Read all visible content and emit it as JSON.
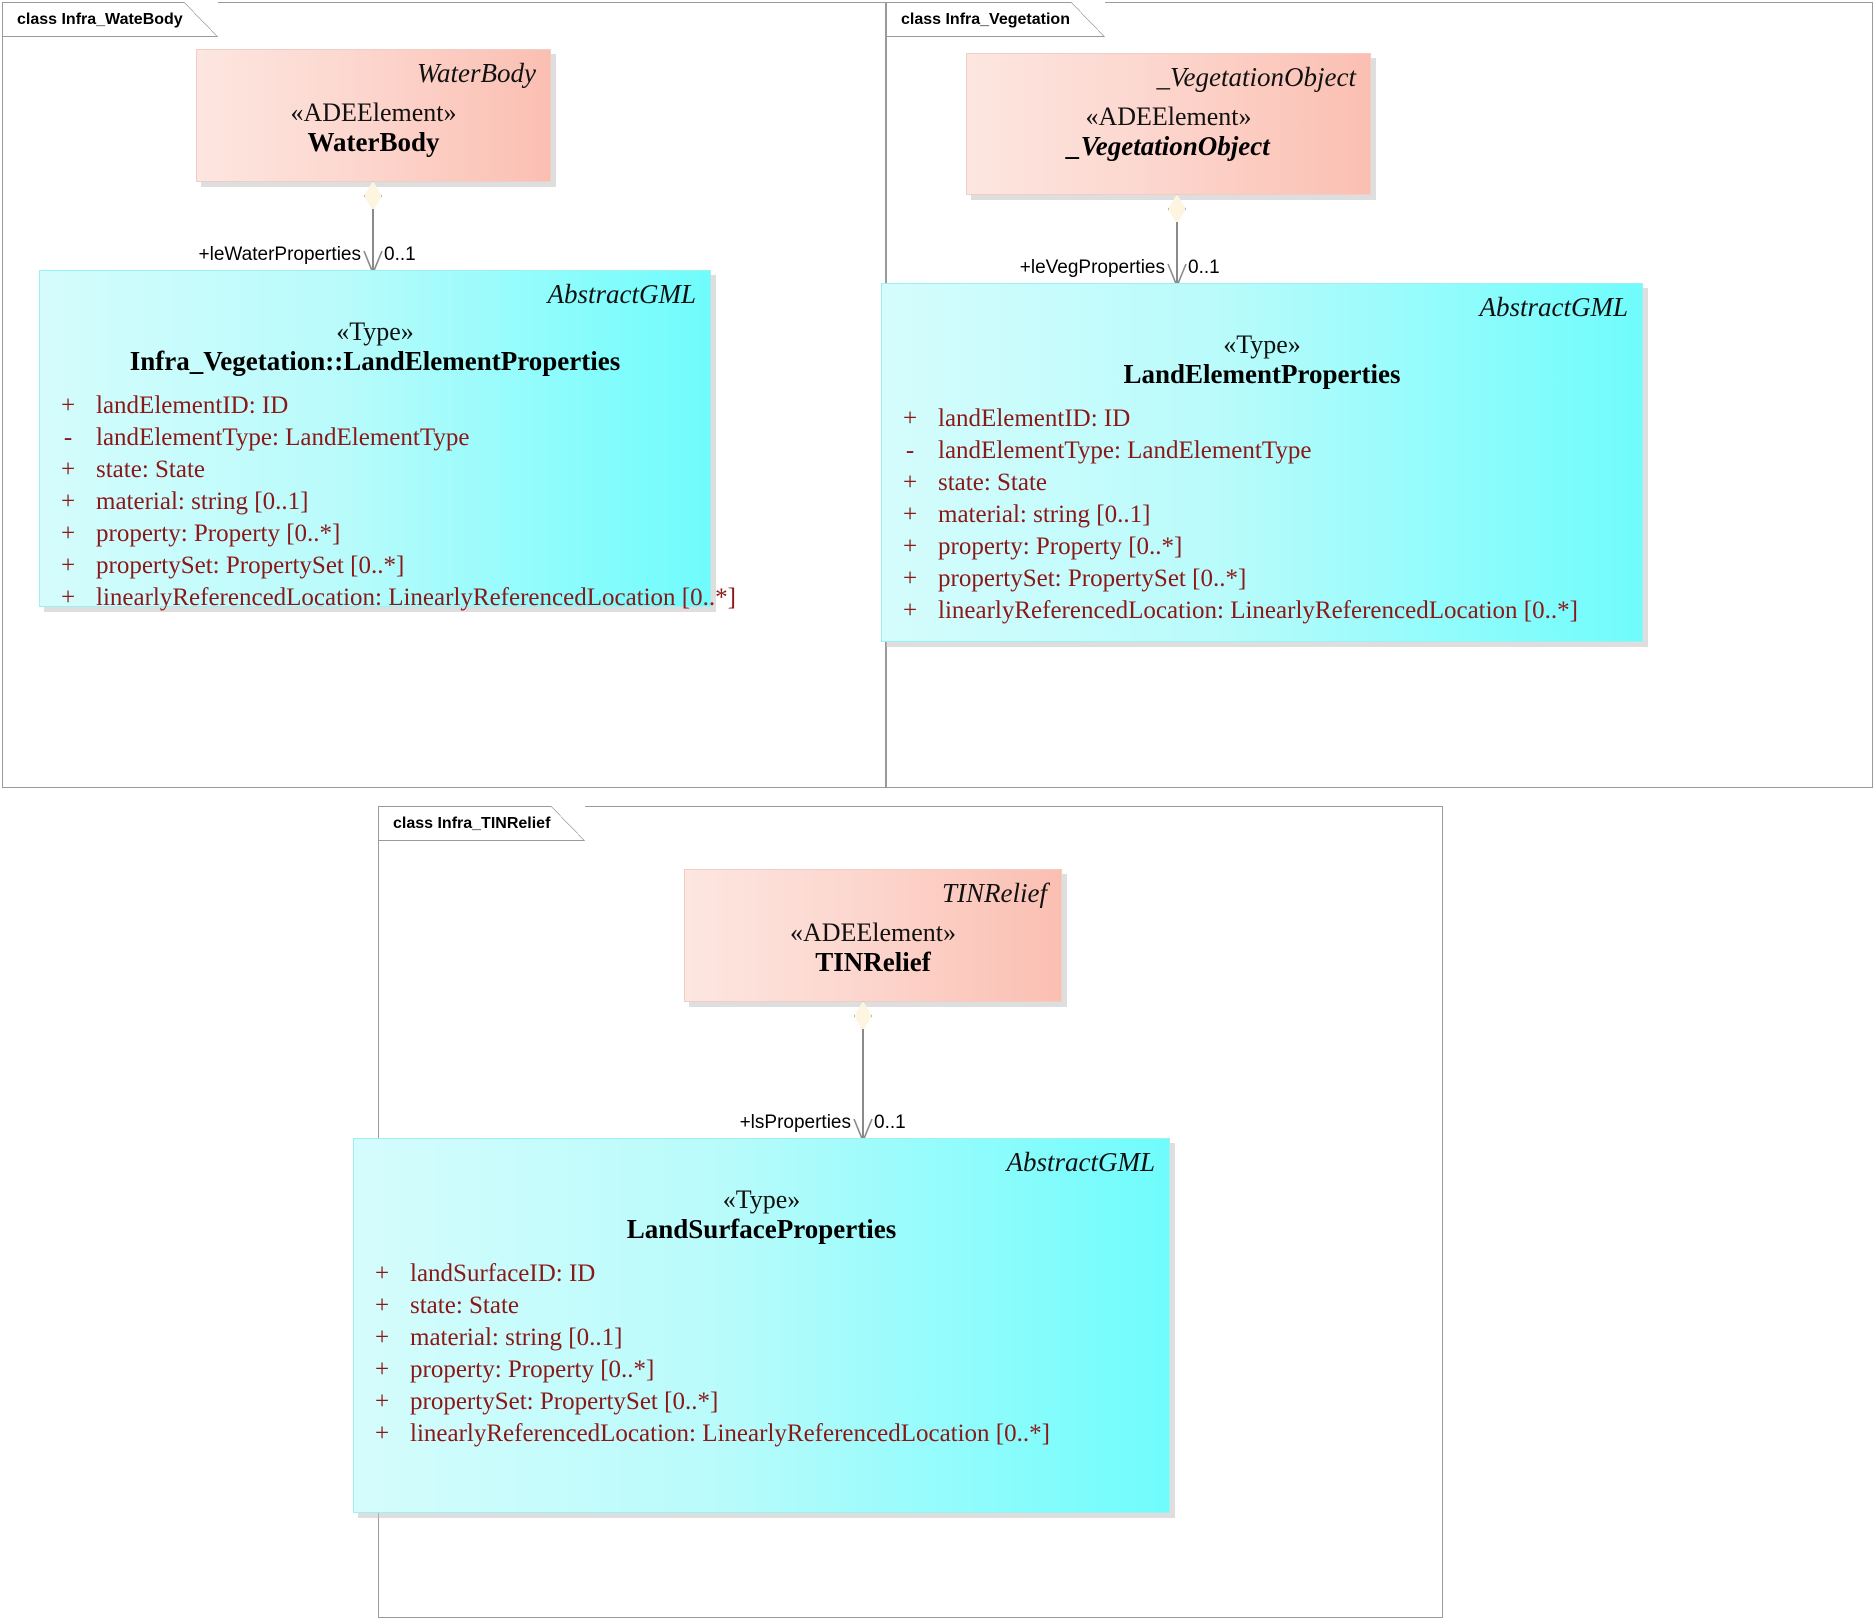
{
  "diagram": {
    "title": "UML class diagram - Infra ADE land element properties",
    "colors": {
      "frame_border": "#9a9a9a",
      "class_pink_left": "#fde6e0",
      "class_pink_right": "#fbbfb2",
      "class_cyan_left": "#d5fcfc",
      "class_cyan_right": "#6ffcfc",
      "attribute_text": "#8a1818",
      "diamond_fill": "#fdf5e0",
      "connector_line": "#8a8a8a",
      "shadow": "#c3c3c3"
    }
  },
  "frames": [
    {
      "id": "waterbody",
      "tab_label": "class Infra_WateBody",
      "source_class": {
        "corner_label": "WaterBody",
        "stereotype": "«ADEElement»",
        "name": "WaterBody",
        "abstract": false
      },
      "connector": {
        "role": "+leWaterProperties",
        "multiplicity": "0..1",
        "aggregation": "shared-diamond",
        "arrow": "open-arrow"
      },
      "target_class": {
        "corner_label": "AbstractGML",
        "stereotype": "«Type»",
        "name": "Infra_Vegetation::LandElementProperties",
        "attributes": [
          {
            "visibility": "+",
            "signature": "landElementID: ID"
          },
          {
            "visibility": "-",
            "signature": "landElementType: LandElementType"
          },
          {
            "visibility": "+",
            "signature": "state: State"
          },
          {
            "visibility": "+",
            "signature": "material: string [0..1]"
          },
          {
            "visibility": "+",
            "signature": "property: Property [0..*]"
          },
          {
            "visibility": "+",
            "signature": "propertySet: PropertySet [0..*]"
          },
          {
            "visibility": "+",
            "signature": "linearlyReferencedLocation: LinearlyReferencedLocation [0..*]"
          }
        ]
      }
    },
    {
      "id": "vegetation",
      "tab_label": "class Infra_Vegetation",
      "source_class": {
        "corner_label": "_VegetationObject",
        "stereotype": "«ADEElement»",
        "name": "_VegetationObject",
        "abstract": true
      },
      "connector": {
        "role": "+leVegProperties",
        "multiplicity": "0..1",
        "aggregation": "shared-diamond",
        "arrow": "open-arrow"
      },
      "target_class": {
        "corner_label": "AbstractGML",
        "stereotype": "«Type»",
        "name": "LandElementProperties",
        "attributes": [
          {
            "visibility": "+",
            "signature": "landElementID: ID"
          },
          {
            "visibility": "-",
            "signature": "landElementType: LandElementType"
          },
          {
            "visibility": "+",
            "signature": "state: State"
          },
          {
            "visibility": "+",
            "signature": "material: string [0..1]"
          },
          {
            "visibility": "+",
            "signature": "property: Property [0..*]"
          },
          {
            "visibility": "+",
            "signature": "propertySet: PropertySet [0..*]"
          },
          {
            "visibility": "+",
            "signature": "linearlyReferencedLocation: LinearlyReferencedLocation [0..*]"
          }
        ]
      }
    },
    {
      "id": "tinrelief",
      "tab_label": "class Infra_TINRelief",
      "source_class": {
        "corner_label": "TINRelief",
        "stereotype": "«ADEElement»",
        "name": "TINRelief",
        "abstract": false
      },
      "connector": {
        "role": "+lsProperties",
        "multiplicity": "0..1",
        "aggregation": "shared-diamond",
        "arrow": "open-arrow"
      },
      "target_class": {
        "corner_label": "AbstractGML",
        "stereotype": "«Type»",
        "name": "LandSurfaceProperties",
        "attributes": [
          {
            "visibility": "+",
            "signature": "landSurfaceID: ID"
          },
          {
            "visibility": "+",
            "signature": "state: State"
          },
          {
            "visibility": "+",
            "signature": "material: string [0..1]"
          },
          {
            "visibility": "+",
            "signature": "property: Property [0..*]"
          },
          {
            "visibility": "+",
            "signature": "propertySet: PropertySet [0..*]"
          },
          {
            "visibility": "+",
            "signature": "linearlyReferencedLocation: LinearlyReferencedLocation [0..*]"
          }
        ]
      }
    }
  ]
}
